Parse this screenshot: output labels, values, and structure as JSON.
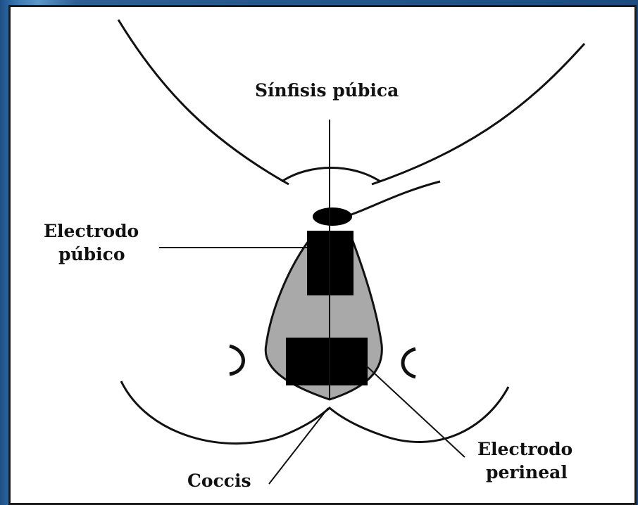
{
  "labels": {
    "sinfisis": "Sínfisis púbica",
    "electrodo_pubico_line1": "Electrodo",
    "electrodo_pubico_line2": "púbico",
    "electrodo_perineal_line1": "Electrodo",
    "electrodo_perineal_line2": "perineal",
    "coccis": "Coccis"
  },
  "colors": {
    "stroke": "#111111",
    "fill_gray": "#a9a9a9",
    "fill_black": "#000000",
    "panel_bg": "#ffffff",
    "frame_bg": "#2a5f93"
  }
}
